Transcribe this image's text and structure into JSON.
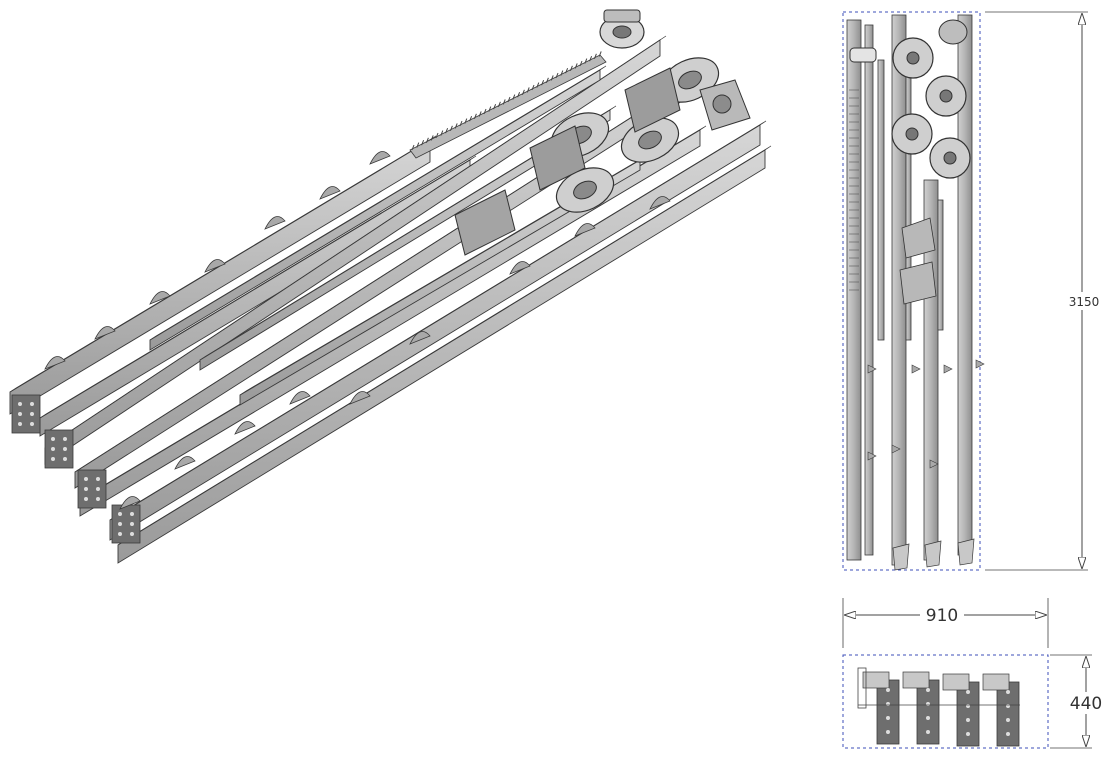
{
  "dimensions": {
    "height": "3150",
    "width": "910",
    "depth": "440"
  },
  "colors": {
    "steel_light": "#c8c8c8",
    "steel_mid": "#a9a9a9",
    "steel_dark": "#6e6e6e",
    "edge": "#3a3a3a",
    "dim_line": "#444444",
    "frame_dash": "#3d4fb8"
  }
}
